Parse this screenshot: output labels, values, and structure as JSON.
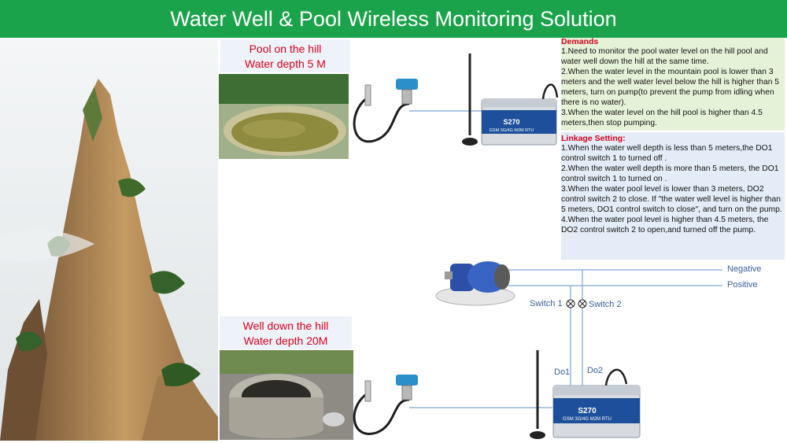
{
  "banner": {
    "title": "Water Well & Pool Wireless Monitoring Solution",
    "color": "#1aa34a"
  },
  "pool": {
    "caption_line1": "Pool on the hill",
    "caption_line2": "Water depth 5 M"
  },
  "well": {
    "caption_line1": "Well down the hill",
    "caption_line2": "Water depth 20M"
  },
  "rtu": {
    "model": "S270",
    "subtitle": "GSM 3G/4G M2M RTU"
  },
  "demands": {
    "heading": "Demands",
    "text": "1.Need to monitor the pool water level on the hill pool and water well down the hill at the same time.\n2.When the water level in the mountain pool is lower than 3 meters and the well water level below the hill is higher than 5 meters, turn on pump(to prevent the pump from idling when there is no water).\n3.When the water level on the hill pool is higher than 4.5 meters,then stop pumping."
  },
  "linkage": {
    "heading": "Linkage Setting:",
    "text": "1.When the water well depth is less than 5 meters,the DO1 control switch 1 to turned off .\n2.When the water well depth is more than 5 meters, the DO1 control switch 1 to turned on .\n3.When the water pool level is lower than 3 meters, DO2 control switch 2 to close. If \"the water well level is higher than 5 meters, DO1 control switch to close\", and turn on the pump.\n4.When the water pool level is higher than 4.5 meters, the DO2 control switch 2 to open,and turned off the pump."
  },
  "wiring": {
    "negative": "Negative",
    "positive": "Positive",
    "switch1": "Switch 1",
    "switch2": "Switch 2",
    "do1": "Do1",
    "do2": "Do2"
  },
  "colors": {
    "accent_red": "#d6001c",
    "wire_blue": "#7da6d6"
  }
}
